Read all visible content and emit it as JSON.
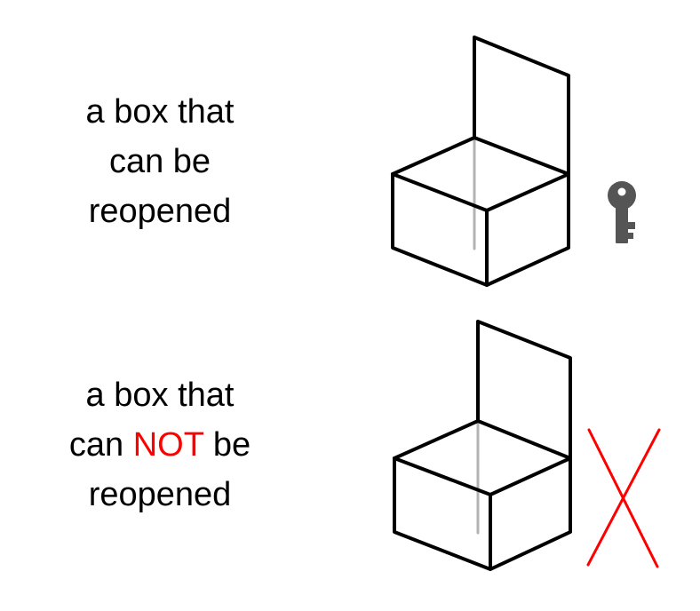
{
  "rows": [
    {
      "caption": {
        "line1": "a box that",
        "line2": "can be",
        "line3": "reopened"
      },
      "box": "open-box",
      "symbol": "key-icon"
    },
    {
      "caption": {
        "line1": "a box that",
        "line2_before": "can ",
        "line2_emphasis": "NOT",
        "line2_after": " be",
        "line3": "reopened"
      },
      "box": "open-box",
      "symbol": "cross-mark"
    }
  ],
  "colors": {
    "text": "#000000",
    "emphasis": "#ff0000",
    "box_stroke": "#000000",
    "hidden_edge": "#b3b3b3",
    "key": "#555555",
    "cross": "#ff0000"
  }
}
